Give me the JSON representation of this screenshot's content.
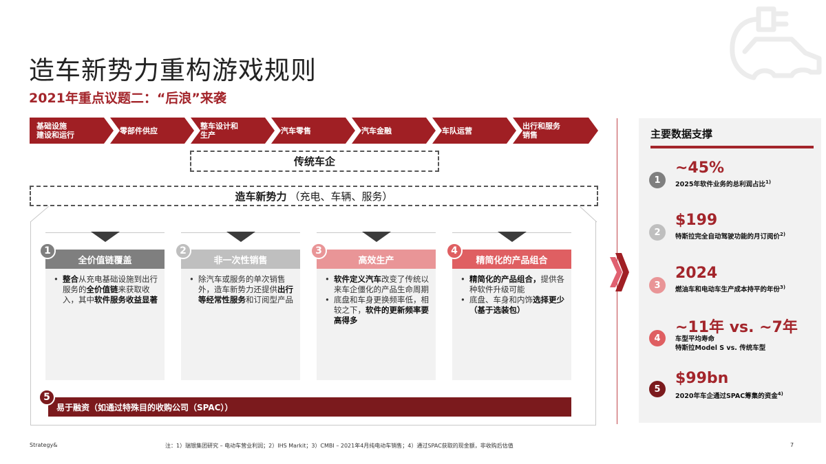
{
  "header": {
    "title": "造车新势力重构游戏规则",
    "subtitle": "2021年重点议题二：“后浪”来袭"
  },
  "value_chain": [
    {
      "label_line1": "基础设施",
      "label_line2": "建设和运行"
    },
    {
      "label_line1": "零部件供应",
      "label_line2": ""
    },
    {
      "label_line1": "整车设计和",
      "label_line2": "生产"
    },
    {
      "label_line1": "汽车零售",
      "label_line2": ""
    },
    {
      "label_line1": "汽车金融",
      "label_line2": ""
    },
    {
      "label_line1": "车队运营",
      "label_line2": ""
    },
    {
      "label_line1": "出行和服务",
      "label_line2": "销售"
    }
  ],
  "traditional_box": "传统车企",
  "new_forces_box": {
    "bold": "造车新势力",
    "paren": "（充电、车辆、服务）"
  },
  "columns": [
    {
      "number": "1",
      "header": "全价值链覆盖",
      "color": "#7f7f7f",
      "bullets": [
        {
          "b1": "整合",
          "t1": "从充电基础设施到出行服务的",
          "b2": "全价值链",
          "t2": "来获取收入，其中",
          "b3": "软件服务收益显著",
          "t3": ""
        }
      ]
    },
    {
      "number": "2",
      "header": "非一次性销售",
      "color": "#bfbfbf",
      "bullets": [
        {
          "b1": "",
          "t1": "除汽车或服务的单次销售外，造车新势力还提供",
          "b2": "出行等经常性服务",
          "t2": "和订阅型产品",
          "b3": "",
          "t3": ""
        }
      ]
    },
    {
      "number": "3",
      "header": "高效生产",
      "color": "#e99597",
      "bullets": [
        {
          "b1": "软件定义汽车",
          "t1": "改变了传统以来车企僵化的产品生命周期",
          "b2": "",
          "t2": "",
          "b3": "",
          "t3": ""
        },
        {
          "b1": "",
          "t1": "底盘和车身更换频率低，相较之下，",
          "b2": "软件的更新频率要高得多",
          "t2": "",
          "b3": "",
          "t3": ""
        }
      ]
    },
    {
      "number": "4",
      "header": "精简化的产品组合",
      "color": "#df5f62",
      "bullets": [
        {
          "b1": "精简化的产品组合，",
          "t1": "提供各种软件升级可能",
          "b2": "",
          "t2": "",
          "b3": "",
          "t3": ""
        },
        {
          "b1": "",
          "t1": "底盘、车身和内饰",
          "b2": "选择更少（基于选装包）",
          "t2": "",
          "b3": "",
          "t3": ""
        }
      ]
    }
  ],
  "financing": {
    "number": "5",
    "label": "易于融资（如通过特殊目的收购公司（SPAC））"
  },
  "panel": {
    "title": "主要数据支撑",
    "stats": [
      {
        "number": "1",
        "value": "~45%",
        "desc_line1": "2025年软件业务的总利润占比",
        "desc_line2": "",
        "note": "1)",
        "circle_color": "#7f7f7f"
      },
      {
        "number": "2",
        "value": "$199",
        "desc_line1": "特斯拉完全自动驾驶功能的月订阅价",
        "desc_line2": "",
        "note": "2)",
        "circle_color": "#bfbfbf"
      },
      {
        "number": "3",
        "value": "2024",
        "desc_line1": "燃油车和电动车生产成本持平的年份",
        "desc_line2": "",
        "note": "3)",
        "circle_color": "#e99597"
      },
      {
        "number": "4",
        "value": "~11年 vs. ~7年",
        "desc_line1": "车型平均寿命",
        "desc_line2": "特斯拉Model S vs. 传统车型",
        "note": "",
        "circle_color": "#df5f62"
      },
      {
        "number": "5",
        "value": "$99bn",
        "desc_line1": "2020年车企通过SPAC筹集的资金",
        "desc_line2": "",
        "note": "4)",
        "circle_color": "#7b1a1d"
      }
    ]
  },
  "footer": {
    "brand": "Strategy&",
    "note": "注：1）瑞银集团研究 – 电动车营业利润；2）IHS Markit；3）CMBI – 2021年4月纯电动车销售；4）通过SPAC获取的现金额，非收购后估值",
    "page": "7"
  },
  "colors": {
    "brand_red": "#a3252b",
    "chain_red": "#a01f24",
    "dark_red": "#7b1a1d",
    "grey_dark": "#7f7f7f",
    "grey_light": "#bfbfbf",
    "pink": "#e99597",
    "coral": "#df5f62"
  }
}
